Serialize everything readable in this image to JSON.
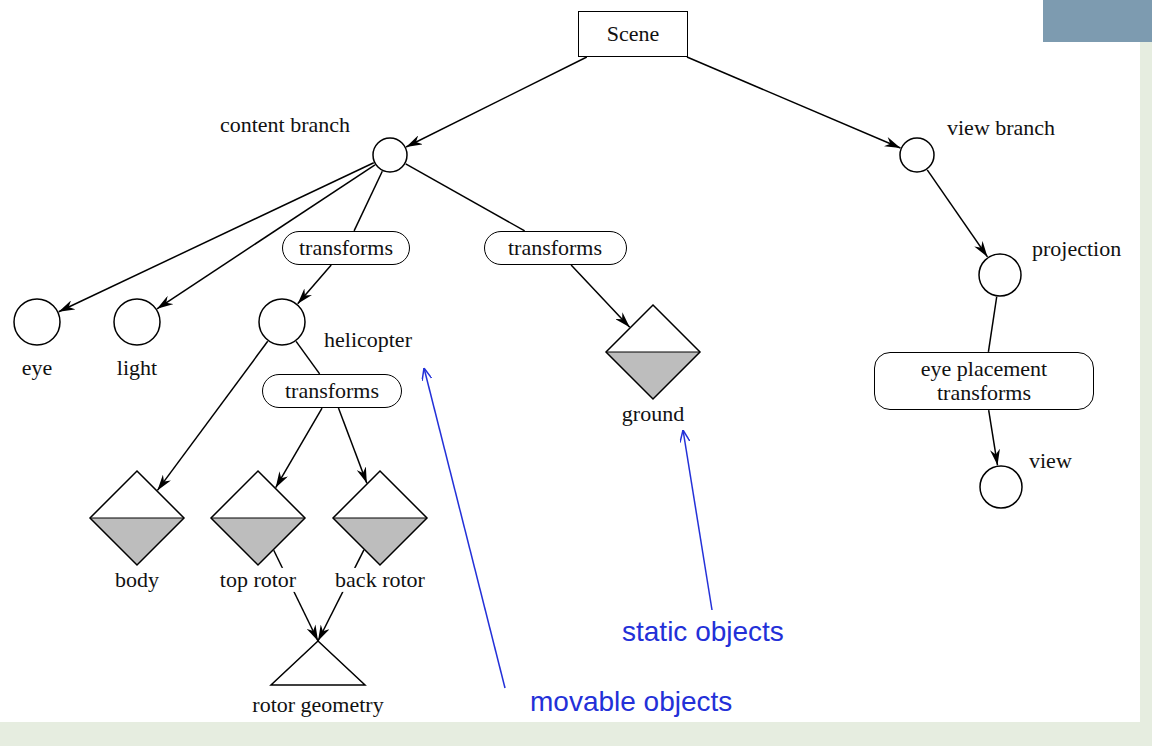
{
  "diagram": {
    "nodes": [
      {
        "text": [
          "Scene"
        ]
      },
      {
        "text": [
          "content branch"
        ]
      },
      {
        "text": [
          "view branch"
        ]
      },
      {
        "text": [
          "transforms"
        ]
      },
      {
        "text": [
          "transforms"
        ]
      },
      {
        "text": [
          "eye"
        ]
      },
      {
        "text": [
          "light"
        ]
      },
      {
        "text": [
          "helicopter"
        ]
      },
      {
        "text": [
          "ground"
        ]
      },
      {
        "text": [
          "projection"
        ]
      },
      {
        "text": [
          "transforms"
        ]
      },
      {
        "text": [
          "eye placement transforms"
        ]
      },
      {
        "text": [
          "body"
        ]
      },
      {
        "text": [
          "top rotor"
        ]
      },
      {
        "text": [
          "back rotor"
        ]
      },
      {
        "text": [
          "view"
        ]
      },
      {
        "text": [
          "rotor geometry"
        ]
      }
    ],
    "edges": [
      {
        "from": 0,
        "to": 1,
        "arrow": "to"
      },
      {
        "from": 0,
        "to": 2,
        "arrow": "to"
      },
      {
        "from": 1,
        "to": 5,
        "arrow": "to"
      },
      {
        "from": 1,
        "to": 6,
        "arrow": "to"
      },
      {
        "from": 1,
        "to": 3,
        "arrow": "none"
      },
      {
        "from": 3,
        "to": 7,
        "arrow": "to"
      },
      {
        "from": 1,
        "to": 4,
        "arrow": "none"
      },
      {
        "from": 4,
        "to": 8,
        "arrow": "to"
      },
      {
        "from": 2,
        "to": 9,
        "arrow": "to"
      },
      {
        "from": 7,
        "to": 12,
        "arrow": "to"
      },
      {
        "from": 7,
        "to": 10,
        "arrow": "none"
      },
      {
        "from": 10,
        "to": 13,
        "arrow": "to"
      },
      {
        "from": 10,
        "to": 14,
        "arrow": "to"
      },
      {
        "from": 9,
        "to": 11,
        "arrow": "none"
      },
      {
        "from": 11,
        "to": 15,
        "arrow": "to"
      },
      {
        "from": 13,
        "to": 16,
        "arrow": "to"
      },
      {
        "from": 14,
        "to": 16,
        "arrow": "to"
      }
    ],
    "labels": [
      "static objects",
      "movable objects"
    ]
  }
}
